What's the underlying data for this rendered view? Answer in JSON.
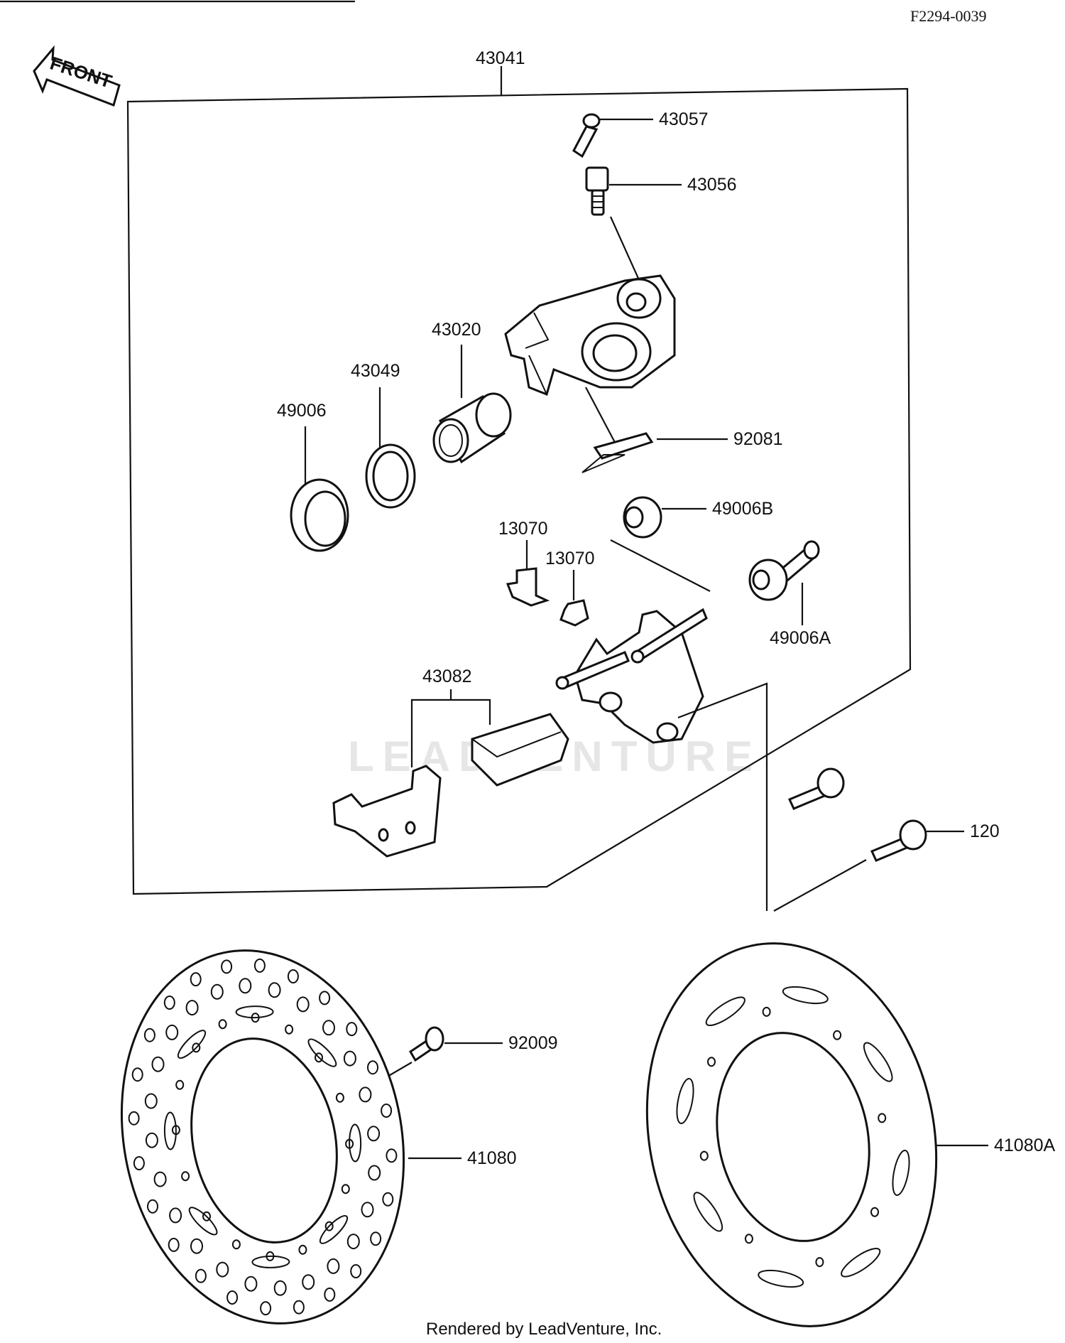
{
  "diagram_code": "F2294-0039",
  "front_label": "FRONT",
  "watermark": "LEADVENTURE",
  "footer": "Rendered by LeadVenture, Inc.",
  "parts": {
    "caliper_assembly": "43041",
    "bleed_cap": "43057",
    "bleed_valve": "43056",
    "piston": "43020",
    "piston_seal": "43049",
    "dust_seal": "49006",
    "pad_spring": "92081",
    "boot_b": "49006B",
    "clip_1": "13070",
    "clip_2": "13070",
    "boot_a": "49006A",
    "pad_set": "43082",
    "bolt": "120",
    "screw": "92009",
    "disc": "41080",
    "disc_a": "41080A"
  }
}
